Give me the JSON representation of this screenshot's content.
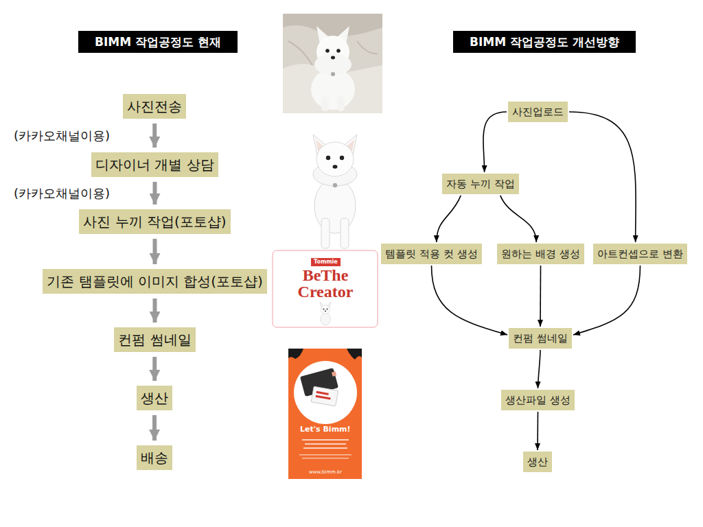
{
  "diagram": {
    "nodes": [
      {
        "text": [
          "BIMM 작업공정도 현재"
        ]
      },
      {
        "text": [
          "BIMM 작업공정도 개선방향"
        ]
      },
      {
        "text": [
          "사진전송"
        ]
      },
      {
        "text": [
          "디자이너 개별 상담"
        ]
      },
      {
        "text": [
          "사진 누끼 작업(포토샵)"
        ]
      },
      {
        "text": [
          "기존 탬플릿에 이미지 합성(포토샵)"
        ]
      },
      {
        "text": [
          "컨펌 썸네일"
        ]
      },
      {
        "text": [
          "생산"
        ]
      },
      {
        "text": [
          "배송"
        ]
      },
      {
        "text": [
          "사진업로드"
        ]
      },
      {
        "text": [
          "자동 누끼 작업"
        ]
      },
      {
        "text": [
          "템플릿 적용 컷 생성"
        ]
      },
      {
        "text": [
          "원하는 배경 생성"
        ]
      },
      {
        "text": [
          "아트컨셉으로 변환"
        ]
      },
      {
        "text": [
          "컨펌 썸네일"
        ]
      },
      {
        "text": [
          "생산파일 생성"
        ]
      },
      {
        "text": [
          "생산"
        ]
      }
    ],
    "edges": [
      {
        "from": 2,
        "to": 3,
        "arrow": "to"
      },
      {
        "from": 3,
        "to": 4,
        "arrow": "to"
      },
      {
        "from": 4,
        "to": 5,
        "arrow": "to"
      },
      {
        "from": 5,
        "to": 6,
        "arrow": "to"
      },
      {
        "from": 6,
        "to": 7,
        "arrow": "to"
      },
      {
        "from": 7,
        "to": 8,
        "arrow": "to"
      },
      {
        "from": 9,
        "to": 10,
        "arrow": "to"
      },
      {
        "from": 9,
        "to": 13,
        "arrow": "to"
      },
      {
        "from": 10,
        "to": 11,
        "arrow": "to"
      },
      {
        "from": 10,
        "to": 12,
        "arrow": "to"
      },
      {
        "from": 11,
        "to": 14,
        "arrow": "to"
      },
      {
        "from": 12,
        "to": 14,
        "arrow": "to"
      },
      {
        "from": 13,
        "to": 14,
        "arrow": "to"
      },
      {
        "from": 14,
        "to": 15,
        "arrow": "to"
      },
      {
        "from": 15,
        "to": 16,
        "arrow": "to"
      }
    ],
    "labels": [
      "(카카오채널이용)",
      "(카카오채널이용)",
      "Tommie",
      "BeThe Creator",
      "Let's Bimm!",
      "www.bimm.kr"
    ]
  }
}
